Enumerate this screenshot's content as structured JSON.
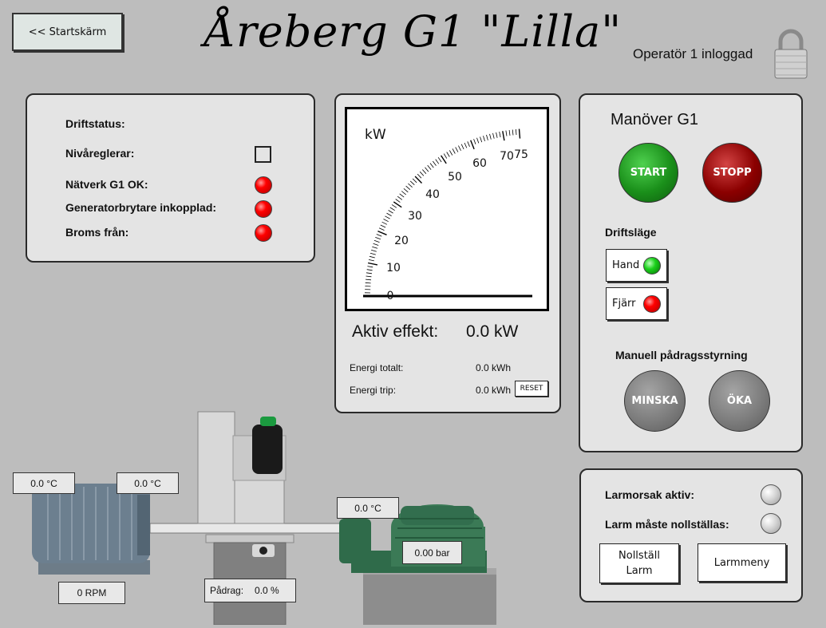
{
  "header": {
    "back_button": "<< Startskärm",
    "title": "Åreberg G1 \"Lilla\"",
    "operator": "Operatör 1 inloggad"
  },
  "status_panel": {
    "driftstatus": "Driftstatus:",
    "nivareglerar": "Nivåreglerar:",
    "natverk": "Nätverk G1 OK:",
    "generatorbrytare": "Generatorbrytare inkopplad:",
    "broms": "Broms från:"
  },
  "meter": {
    "unit": "kW",
    "ticks": [
      "0",
      "10",
      "20",
      "30",
      "40",
      "50",
      "60",
      "70",
      "75"
    ],
    "aktiv_label": "Aktiv effekt:",
    "aktiv_value": "0.0 kW",
    "energi_totalt_label": "Energi totalt:",
    "energi_totalt_value": "0.0 kWh",
    "energi_trip_label": "Energi trip:",
    "energi_trip_value": "0.0 kWh",
    "reset_label": "RESET"
  },
  "manover": {
    "title": "Manöver G1",
    "start": "START",
    "stopp": "STOPP",
    "driftslage": "Driftsläge",
    "hand": "Hand",
    "fjarr": "Fjärr",
    "manuell": "Manuell pådragsstyrning",
    "minska": "MINSKA",
    "oka": "ÖKA"
  },
  "alarm": {
    "larmorsak": "Larmorsak aktiv:",
    "larm_nollstallas": "Larm måste nollställas:",
    "nollstall_line1": "Nollställ",
    "nollstall_line2": "Larm",
    "larmmeny": "Larmmeny"
  },
  "machine": {
    "temp1": "0.0 °C",
    "temp2": "0.0 °C",
    "temp3": "0.0 °C",
    "rpm": "0 RPM",
    "padrag_label": "Pådrag:",
    "padrag_value": "0.0 %",
    "pressure": "0.00 bar"
  },
  "colors": {
    "background": "#bdbdbd",
    "panel": "#e4e4e4",
    "start_green": "#1a8f1a",
    "stopp_red": "#8b0000",
    "turbine_green": "#2f6b4a",
    "motor_blue": "#6b7f8e"
  }
}
